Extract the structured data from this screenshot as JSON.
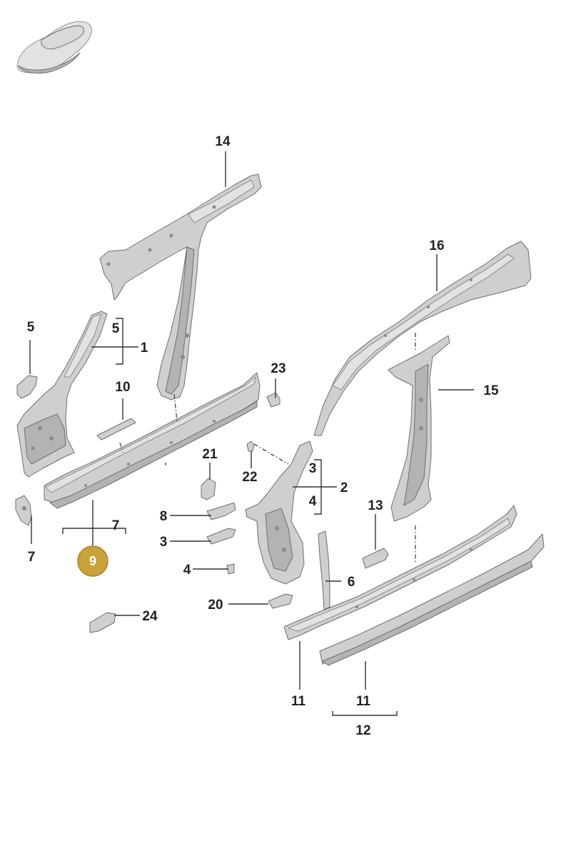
{
  "highlight": {
    "label": "9",
    "color": "#c9a23a"
  },
  "labels": {
    "l14": "14",
    "l16": "16",
    "l5a": "5",
    "l5b": "5",
    "l1": "1",
    "l23": "23",
    "l10": "10",
    "l15": "15",
    "l21": "21",
    "l22": "22",
    "l3a": "3",
    "l2": "2",
    "l4a": "4",
    "l13": "13",
    "l7a": "7",
    "l7b": "7",
    "l8": "8",
    "l3b": "3",
    "l4b": "4",
    "l6": "6",
    "l20": "20",
    "l24": "24",
    "l11a": "11",
    "l11b": "11",
    "l12": "12"
  },
  "icons": {
    "car_thumbnail": "car-silhouette-icon"
  }
}
